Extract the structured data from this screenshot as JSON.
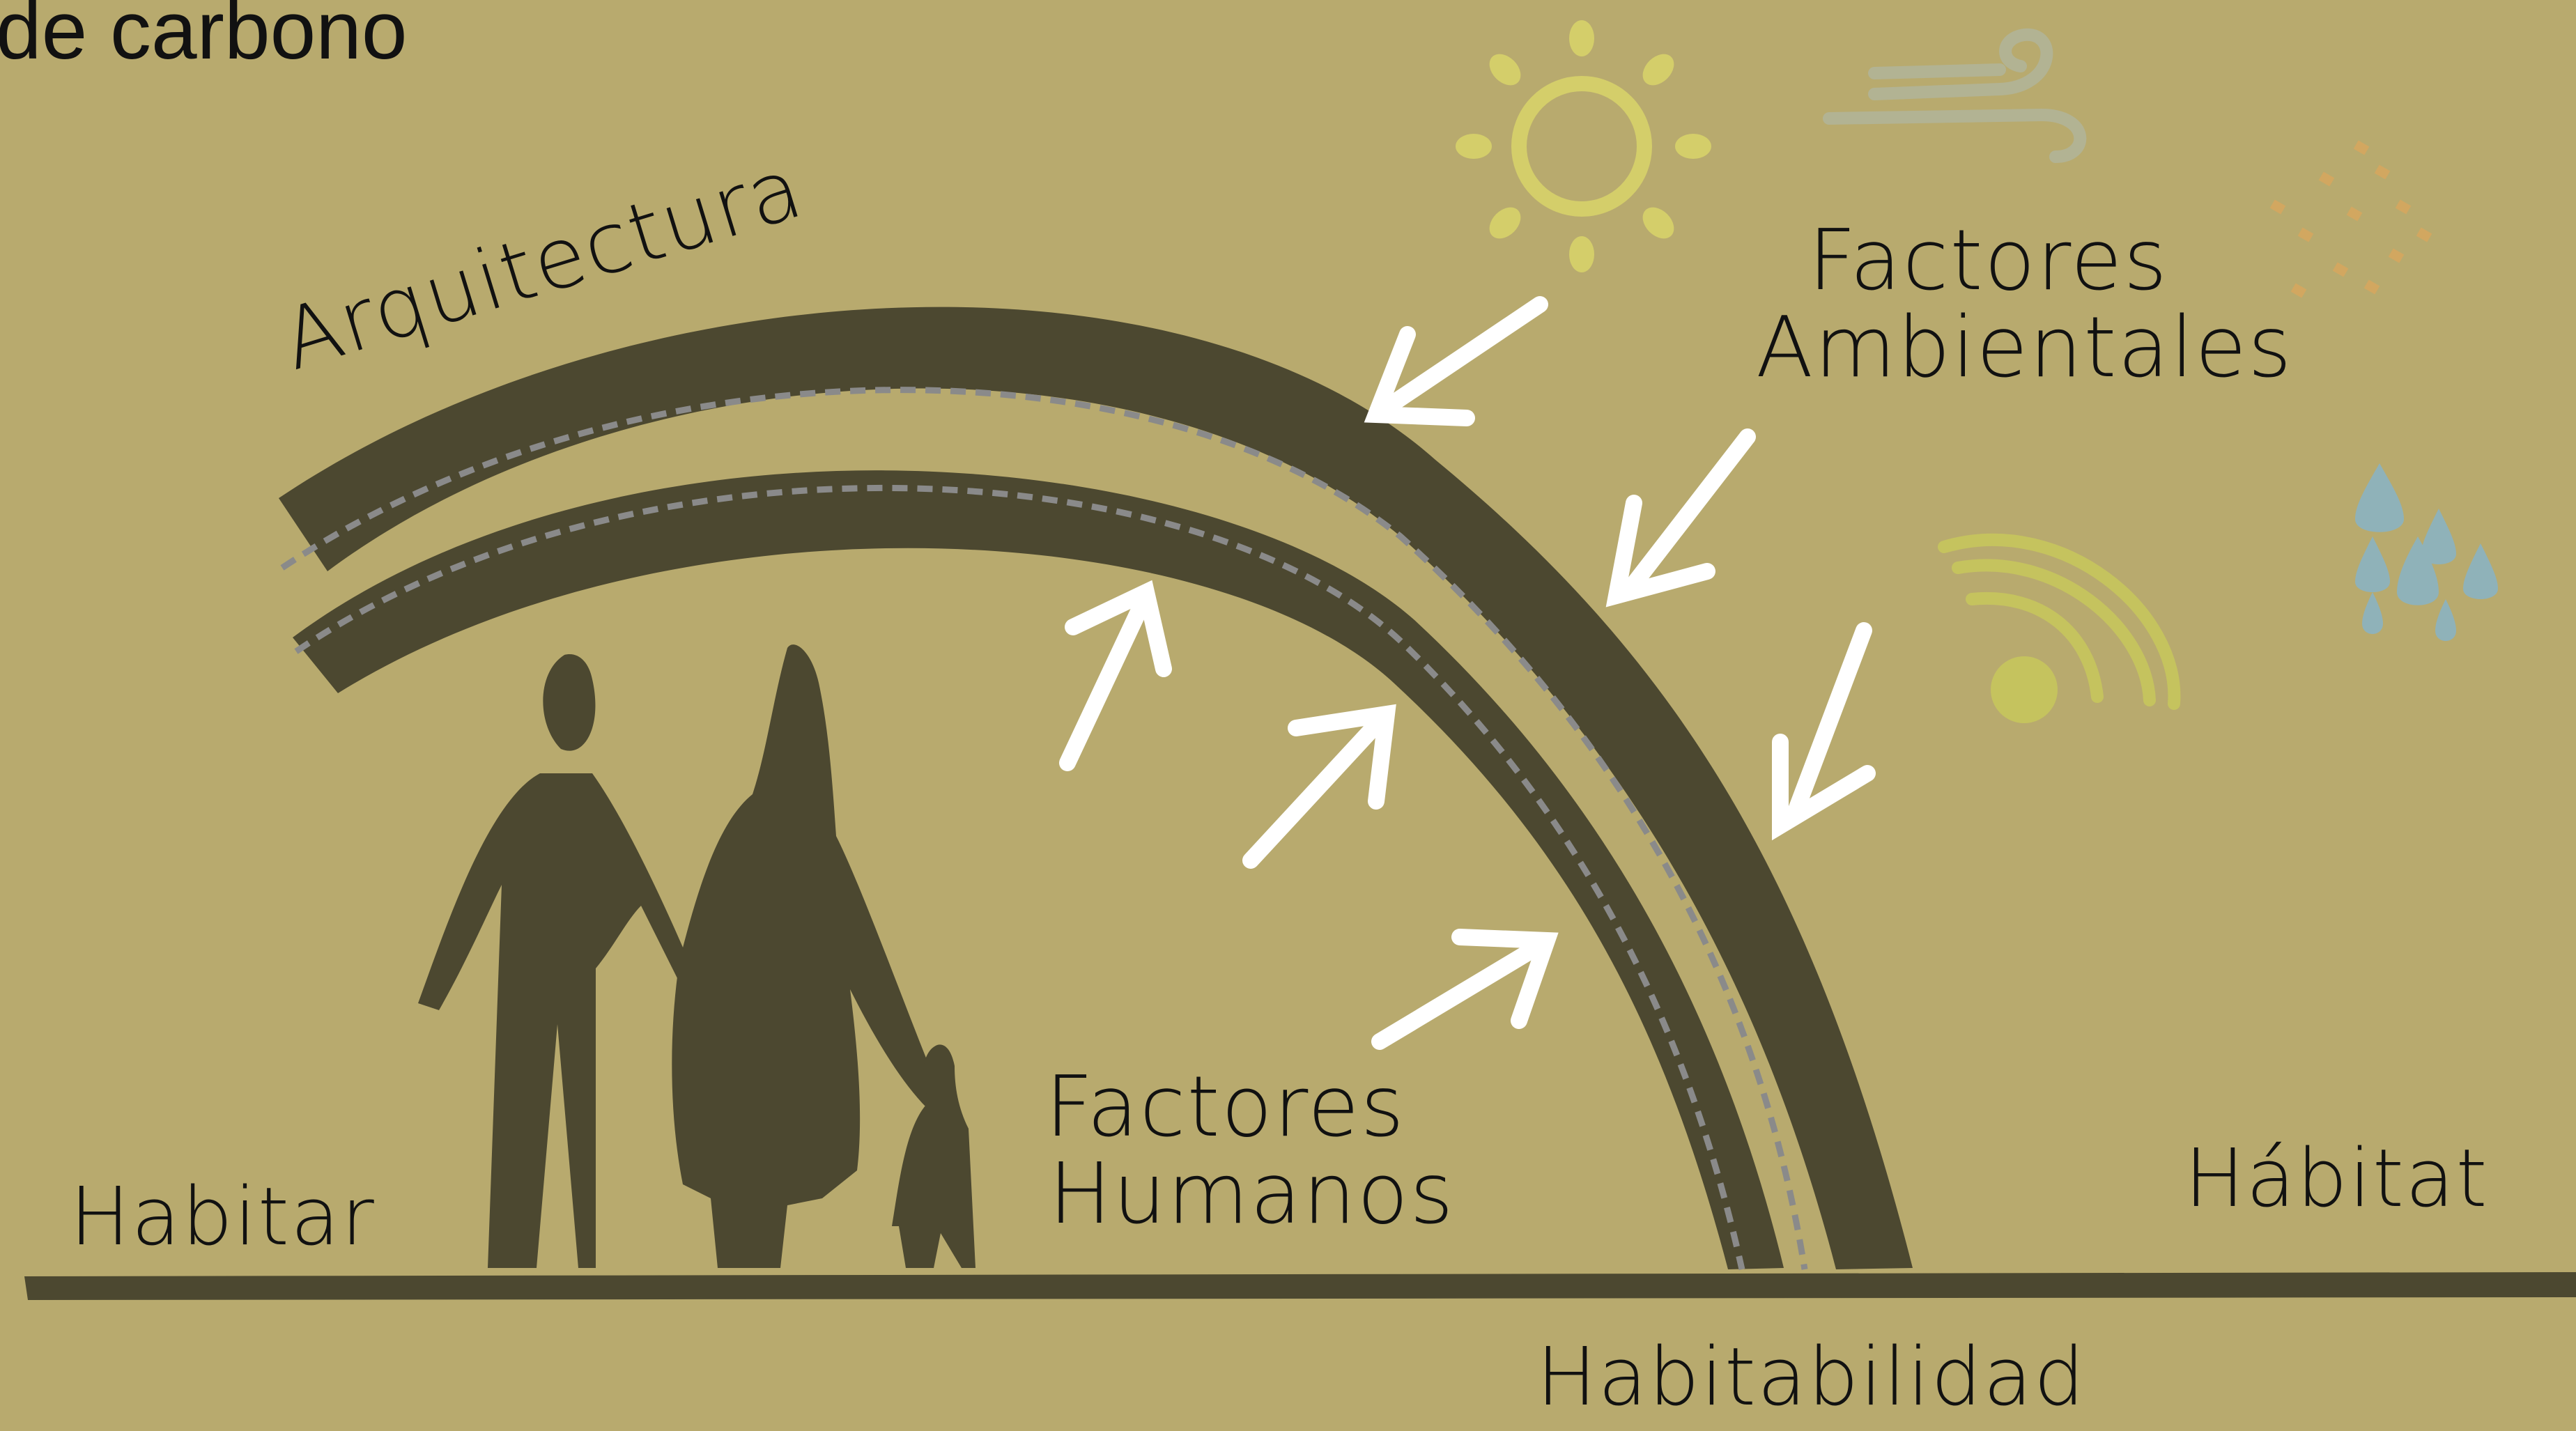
{
  "title": "de carbono",
  "labels": {
    "arquitectura": "Arquitectura",
    "factores_ambientales_line1": "Factores",
    "factores_ambientales_line2": "Ambientales",
    "factores_humanos_line1": "Factores",
    "factores_humanos_line2": "Humanos",
    "habitar": "Habitar",
    "habitat": "Hábitat",
    "habitabilidad": "Habitabilidad"
  },
  "icons": [
    "sun-icon",
    "wind-icon",
    "dust-icon",
    "rain-icon",
    "signal-icon"
  ],
  "colors": {
    "background": "#b8aa6e",
    "arch": "#4c4830",
    "dashed_line": "#8a8a8a",
    "arrows": "#ffffff",
    "sun": "#d4ce6a",
    "wind": "#b2b393",
    "dust": "#d2a760",
    "rain": "#8fb2b9",
    "signal": "#c5c35e"
  }
}
